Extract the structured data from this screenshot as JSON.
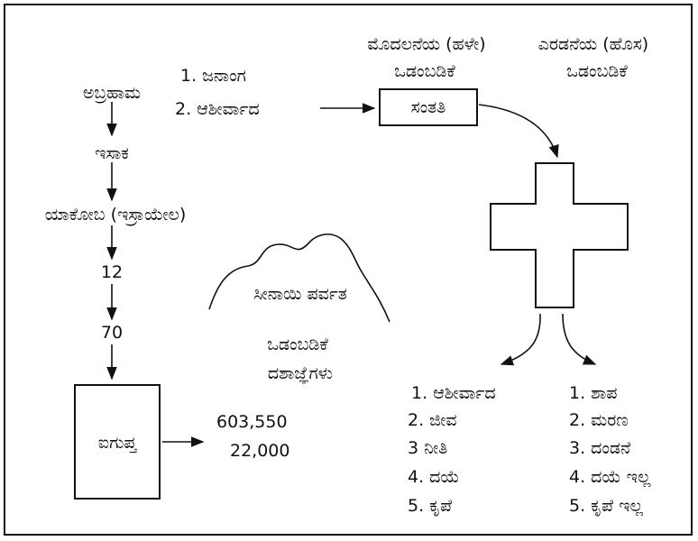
{
  "old_covenant_title": [
    "ಮೊದಲನೆಯ (ಹಳೇ)",
    "ಒಡಂಬಡಿಕೆ"
  ],
  "new_covenant_title": [
    "ಎರಡನೆಯ (ಹೊಸ)",
    "ಒಡಂಬಡಿಕೆ"
  ],
  "promises": [
    "1. ಜನಾಂಗ",
    "2. ಆಶೀರ್ವಾದ"
  ],
  "seed_box": "ಸಂತತಿ",
  "lineage": [
    "ಅಬ್ರಹಾಮ",
    "ಇಸಾಕ",
    "ಯಾಕೋಬ (ಇಸ್ರಾಯೇಲ)",
    "12",
    "70"
  ],
  "egypt_box": "ಐಗುಪ್ತ",
  "egypt_numbers": [
    "603,550",
    "22,000"
  ],
  "mountain_label": "ಸೀನಾಯಿ ಪರ್ವತ",
  "covenant_label": [
    "ಒಡಂಬಡಿಕೆ",
    "ದಶಾಜ್ಞೆಗಳು"
  ],
  "left_list": [
    "1. ಆಶೀರ್ವಾದ",
    "2. ಜೀವ",
    "3 ನೀತಿ",
    "4. ದಯೆ",
    "5. ಕೃಪೆ"
  ],
  "right_list": [
    "1. ಶಾಪ",
    "2. ಮರಣ",
    "3. ದಂಡನೆ",
    "4. ದಯೆ ಇಲ್ಲ",
    "5. ಕೃಪೆ ಇಲ್ಲ"
  ],
  "colors": {
    "ink": "#111111",
    "background": "#ffffff"
  }
}
